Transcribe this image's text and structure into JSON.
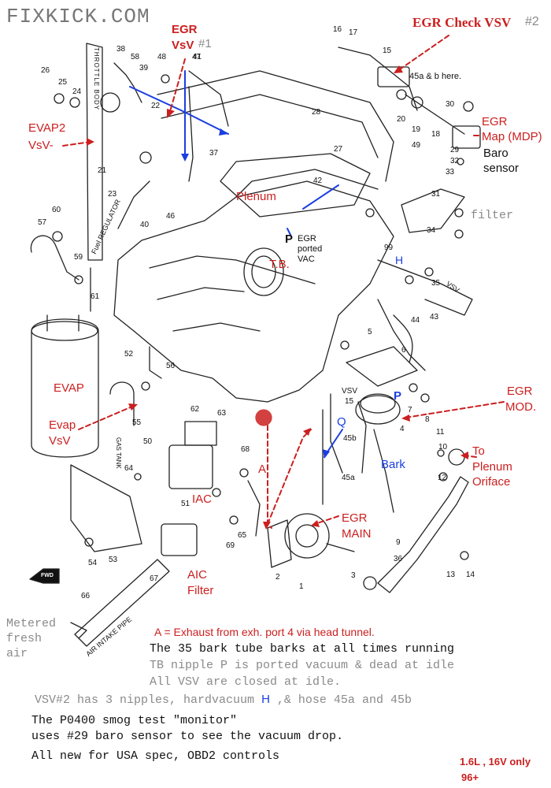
{
  "colors": {
    "red": "#cc1f1f",
    "blue": "#1b3ee0",
    "gray": "#8a8a8a",
    "ink": "#111111"
  },
  "watermark": "FIXKICK.COM",
  "labels": {
    "egr_vsv": "EGR",
    "egr_vsv2": "VsV",
    "egr_vsv_no": "#1",
    "egr_check_vsv": "EGR Check VSV",
    "egr_check_vsv_no": "#2",
    "here_note": "45a & b here.",
    "evap2_vsv": "EVAP2",
    "evap2_vsv2": "VsV-",
    "egr_map": "EGR",
    "egr_map2": "Map (MDP)",
    "baro": "Baro",
    "sensor": "sensor",
    "filter": "filter",
    "plenum": "Plenum",
    "egr_ported": "EGR",
    "ported": "ported",
    "vac": "VAC",
    "p_top": "P",
    "tb": "T.B.",
    "h": "H",
    "evap": "EVAP",
    "evap_vsv": "Evap",
    "evap_vsv2": "VsV",
    "egr_mod": "EGR",
    "egr_mod2": "MOD.",
    "p_mod": "P",
    "q": "Q",
    "vsv15": "VSV",
    "vsv15n": "15",
    "bark": "Bark",
    "to_plenum": "To",
    "to_plenum2": "Plenum",
    "to_plenum3": "Oriface",
    "a_label": "A",
    "egr_main": "EGR",
    "egr_main2": "MAIN",
    "iac": "IAC",
    "aic": "AIC",
    "aic2": "Filter",
    "metered": "Metered",
    "fresh": "fresh",
    "air": "air",
    "throttle_body": "THROTTLE BODY",
    "fuel_regulator": "Fuel REGULATOR",
    "gas_tank": "GAS TANK",
    "air_intake_pipe": "AIR INTAKE PIPE",
    "fwd": "FWD",
    "vsv_tag": "VSV"
  },
  "parts": [
    "16",
    "17",
    "15",
    "38",
    "58",
    "39",
    "48",
    "47",
    "41",
    "26",
    "25",
    "24",
    "22",
    "28",
    "27",
    "30",
    "29",
    "20",
    "19",
    "18",
    "32",
    "33",
    "31",
    "34",
    "37",
    "21",
    "23",
    "46",
    "40",
    "42",
    "49",
    "60",
    "57",
    "59",
    "99",
    "35",
    "43",
    "61",
    "52",
    "56",
    "44",
    "5",
    "6",
    "7",
    "8",
    "55",
    "50",
    "62",
    "63",
    "64",
    "51",
    "68",
    "65",
    "69",
    "53",
    "54",
    "66",
    "45b",
    "45a",
    "4",
    "11",
    "10",
    "12",
    "9",
    "13",
    "14",
    "3",
    "2",
    "1",
    "36",
    "67"
  ],
  "notes": {
    "a_note": "A = Exhaust from exh. port 4 via head tunnel.",
    "line1": "The 35 bark tube barks at all times running",
    "line2": "TB nipple P is ported vacuum & dead at idle",
    "line3": "All VSV are closed at idle.",
    "line4a": "VSV#2 has 3 nipples, hardvacuum",
    "line4h": "H",
    "line4b": ",& hose 45a and 45b",
    "line5": "The P0400 smog test \"monitor\"",
    "line6": "uses #29 baro sensor to see the vacuum drop.",
    "line7": "All new for USA spec, OBD2 controls",
    "spec1": "1.6L , 16V only",
    "spec2": "96+"
  }
}
